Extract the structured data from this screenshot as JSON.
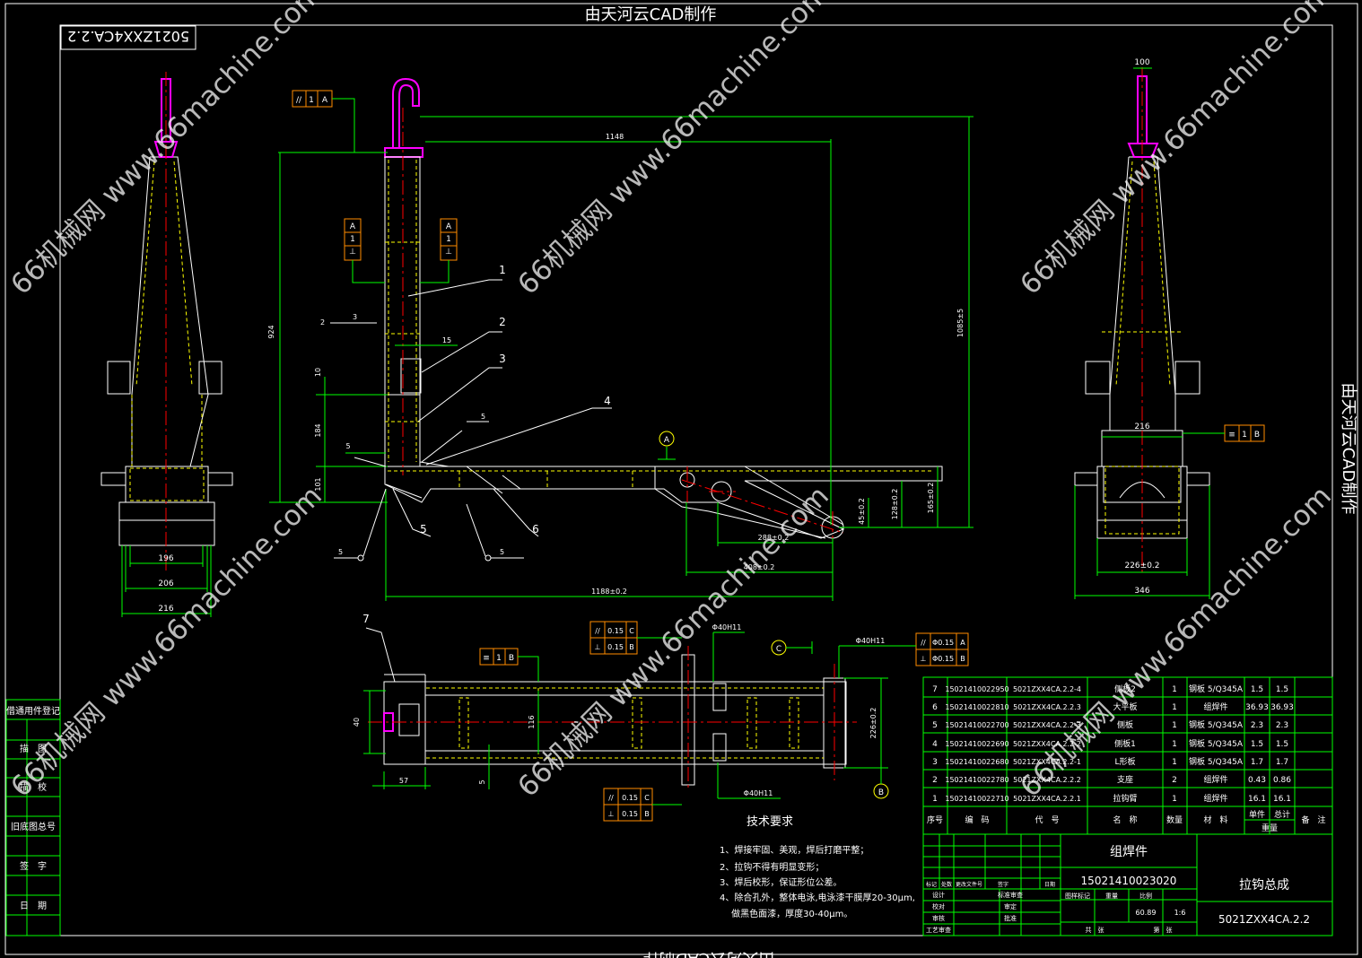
{
  "colors": {
    "frame": "#ffffff",
    "outline": "#ffffff",
    "hidden": "#ffff00",
    "centerline": "#ff0000",
    "dimension": "#00ff00",
    "bubble": "#ffff00",
    "part_magenta": "#ff00ff",
    "tolerance_box": "#ff8c00",
    "table": "#00ff00",
    "text": "#ffffff"
  },
  "header": {
    "top_credit": "由天河云CAD制作",
    "bottom_credit": "由天河云CAD制作",
    "side_credit": "由天河云CAD制作",
    "drawing_no_mirrored": "5021ZXX4CA.2.2"
  },
  "watermark": {
    "text": "66机械网 www.66machine.com"
  },
  "tolerances": {
    "parallel_top": [
      "//",
      "1",
      "A"
    ],
    "perp_left": [
      "⊥",
      "1",
      "A"
    ],
    "perp_right": [
      "⊥",
      "1",
      "A"
    ],
    "sym_right_view": [
      "≡",
      "1",
      "B"
    ],
    "sym_plan": [
      "≡",
      "1",
      "B"
    ],
    "plan_mid_1": [
      "//",
      "0.15",
      "C"
    ],
    "plan_mid_2": [
      "⊥",
      "0.15",
      "B"
    ],
    "plan_right_1": [
      "//",
      "Φ0.15",
      "A"
    ],
    "plan_right_2": [
      "⊥",
      "Φ0.15",
      "B"
    ],
    "plan_bottom_1": [
      "//",
      "0.15",
      "C"
    ],
    "plan_bottom_2": [
      "⊥",
      "0.15",
      "B"
    ]
  },
  "datums": {
    "a": "A",
    "b": "B",
    "c": "C"
  },
  "weld_labels": {
    "w1": "3",
    "w2": "5",
    "w3": "5",
    "w4": "5",
    "side": "2"
  },
  "balloons": [
    "1",
    "2",
    "3",
    "4",
    "5",
    "6",
    "7"
  ],
  "dimensions": {
    "front_1148": "1148",
    "front_924": "924",
    "front_10": "10",
    "front_184": "184",
    "front_101": "101",
    "front_15": "15",
    "front_5": "5",
    "front_1085": "1085±5",
    "front_165": "165±0.2",
    "front_128": "128±0.2",
    "front_45": "45±0.2",
    "front_288": "288±0.2",
    "front_408": "408±0.2",
    "front_1188": "1188±0.2",
    "left_196": "196",
    "left_206": "206",
    "left_216": "216",
    "right_100": "100",
    "right_216": "216",
    "right_226": "226±0.2",
    "right_346": "346",
    "plan_40": "40",
    "plan_57": "57",
    "plan_5": "5",
    "plan_116": "116",
    "plan_226": "226±0.2",
    "plan_d40_a": "Φ40H11",
    "plan_d40_b": "Φ40H11",
    "plan_d40_c": "Φ40H11"
  },
  "tech": {
    "title": "技术要求",
    "items": [
      "1、焊接牢固、美观，焊后打磨平整；",
      "2、拉钩不得有明显变形；",
      "3、焊后校形，保证形位公差。",
      "4、除合孔外，整体电泳,电泳漆干膜厚20-30μm,",
      "　 做黑色面漆，厚度30-40μm。"
    ]
  },
  "bom": {
    "rows": [
      [
        "7",
        "150214100229​50",
        "5021ZXX4CA.2.2-4",
        "侧板2",
        "1",
        "钢板 5/Q345A",
        "1.5",
        "1.5",
        ""
      ],
      [
        "6",
        "150214100228​10",
        "5021ZXX4CA.2.2.3",
        "大平板",
        "1",
        "组焊件",
        "36.93",
        "36.93",
        ""
      ],
      [
        "5",
        "150214100227​00",
        "5021ZXX4CA.2.2-3",
        "侧板",
        "1",
        "钢板 5/Q345A",
        "2.3",
        "2.3",
        ""
      ],
      [
        "4",
        "150214100226​90",
        "5021ZXX4CA.2.2-2",
        "侧板1",
        "1",
        "钢板 5/Q345A",
        "1.5",
        "1.5",
        ""
      ],
      [
        "3",
        "150214100226​80",
        "5021ZXX4CA.2.2-1",
        "L形板",
        "1",
        "钢板 5/Q345A",
        "1.7",
        "1.7",
        ""
      ],
      [
        "2",
        "150214100227​80",
        "5021ZXX4CA.2.2.2",
        "支座",
        "2",
        "组焊件",
        "0.43",
        "0.86",
        ""
      ],
      [
        "1",
        "150214100227​10",
        "5021ZXX4CA.2.2.1",
        "拉钩臂",
        "1",
        "组焊件",
        "16.1",
        "16.1",
        ""
      ]
    ],
    "headers": [
      "序号",
      "编　码",
      "代　号",
      "名　称",
      "数量",
      "材　料",
      "单件",
      "总计",
      "备　注"
    ],
    "weight_header": "重量"
  },
  "title_block": {
    "part_type": "组焊件",
    "code": "150214100230​20",
    "name": "拉钩总成",
    "drawing_no": "5021ZXX4CA.2.2",
    "mass": "60.89",
    "scale": "1:6",
    "stage_label": "图样标记",
    "mass_label": "重量",
    "scale_label": "比例",
    "sheets_label": "共　张",
    "sheet_label": "第　张",
    "rev_labels": [
      "标记",
      "处数",
      "更改文件号",
      "签字",
      "日期"
    ],
    "sign_labels": [
      "设计",
      "校对",
      "审核",
      "工艺审查"
    ],
    "sign_labels_right": [
      "标准审查",
      "审定",
      "批准"
    ]
  },
  "left_strip": {
    "labels": [
      "借通用件登记",
      "描　图",
      "描　校",
      "旧底图总号",
      "签　字",
      "日　期"
    ]
  }
}
